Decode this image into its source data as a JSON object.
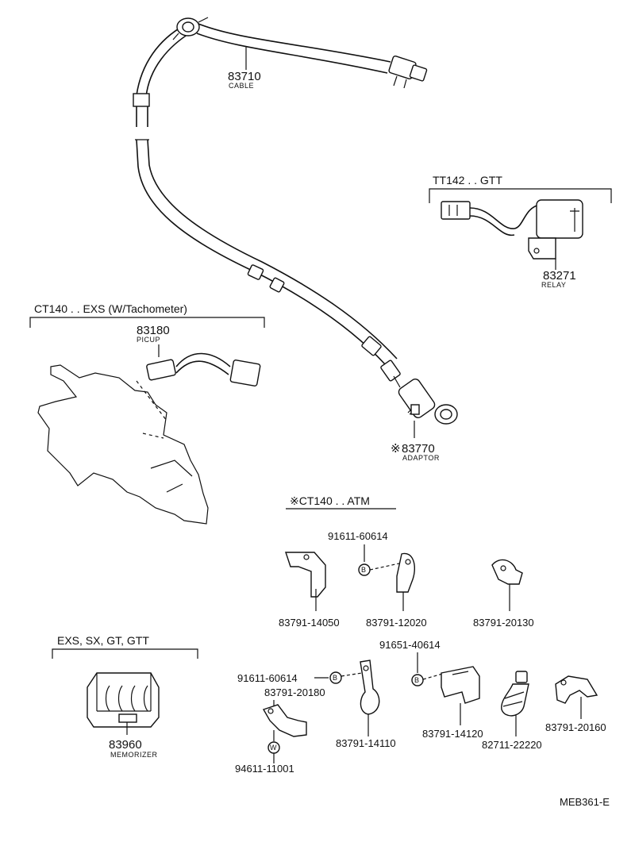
{
  "parts": {
    "cable": {
      "number": "83710",
      "name": "CABLE"
    },
    "relay": {
      "number": "83271",
      "name": "RELAY"
    },
    "picup": {
      "number": "83180",
      "name": "PICUP"
    },
    "adaptor": {
      "number": "83770",
      "name": "ADAPTOR",
      "mark": "※"
    },
    "memorizer": {
      "number": "83960",
      "name": "MEMORIZER"
    }
  },
  "groups": {
    "tt142": "TT142 . . GTT",
    "ct140_exs": "CT140 . . EXS (W/Tachometer)",
    "ct140_atm": "※CT140 . . ATM",
    "exs_gtt": "EXS, SX, GT, GTT"
  },
  "small_parts": {
    "bolt_top": "91611-60614",
    "bracket_14050": "83791-14050",
    "clamp_12020": "83791-12020",
    "clamp_20130": "83791-20130",
    "bolt_91651": "91651-40614",
    "bolt_left": "91611-60614",
    "clamp_20180": "83791-20180",
    "clamp_14110": "83791-14110",
    "bracket_14120": "83791-14120",
    "clamp_20160": "83791-20160",
    "clamp_22220": "82711-22220",
    "bolt_94611": "94611-11001"
  },
  "markers": {
    "b1": "B",
    "b2": "B",
    "b3": "B",
    "w": "W"
  },
  "footer": {
    "code": "MEB361-E"
  }
}
